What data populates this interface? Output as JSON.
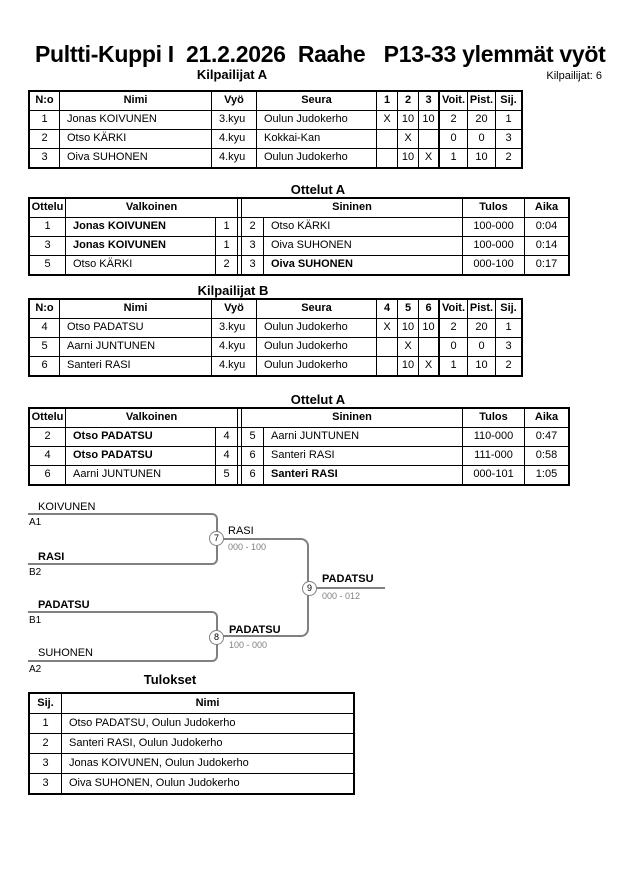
{
  "title": "Pultti-Kuppi I  21.2.2026  Raahe   P13-33 ylemmät vyöt",
  "competitors_total": "Kilpailijat: 6",
  "kilpA": {
    "heading": "Kilpailijat A",
    "h": [
      "N:o",
      "Nimi",
      "Vyö",
      "Seura",
      "1",
      "2",
      "3",
      "Voit.",
      "Pist.",
      "Sij."
    ],
    "rows": [
      {
        "no": "1",
        "name": "Jonas KOIVUNEN",
        "belt": "3.kyu",
        "club": "Oulun Judokerho",
        "m1": "X",
        "m2": "10",
        "m3": "10",
        "voit": "2",
        "pist": "20",
        "sij": "1"
      },
      {
        "no": "2",
        "name": "Otso KÄRKI",
        "belt": "4.kyu",
        "club": "Kokkai-Kan",
        "m1": "",
        "m2": "X",
        "m3": "",
        "voit": "0",
        "pist": "0",
        "sij": "3"
      },
      {
        "no": "3",
        "name": "Oiva SUHONEN",
        "belt": "4.kyu",
        "club": "Oulun Judokerho",
        "m1": "",
        "m2": "10",
        "m3": "X",
        "voit": "1",
        "pist": "10",
        "sij": "2"
      }
    ]
  },
  "ott1": {
    "heading": "Ottelut A",
    "h": [
      "Ottelu",
      "Valkoinen",
      "Sininen",
      "Tulos",
      "Aika"
    ],
    "rows": [
      {
        "no": "1",
        "wname": "Jonas KOIVUNEN",
        "wwin": true,
        "wno": "1",
        "bno": "2",
        "bname": "Otso KÄRKI",
        "bwin": false,
        "tulos": "100-000",
        "aika": "0:04"
      },
      {
        "no": "3",
        "wname": "Jonas KOIVUNEN",
        "wwin": true,
        "wno": "1",
        "bno": "3",
        "bname": "Oiva SUHONEN",
        "bwin": false,
        "tulos": "100-000",
        "aika": "0:14"
      },
      {
        "no": "5",
        "wname": "Otso KÄRKI",
        "wwin": false,
        "wno": "2",
        "bno": "3",
        "bname": "Oiva SUHONEN",
        "bwin": true,
        "tulos": "000-100",
        "aika": "0:17"
      }
    ]
  },
  "kilpB": {
    "heading": "Kilpailijat B",
    "h": [
      "N:o",
      "Nimi",
      "Vyö",
      "Seura",
      "4",
      "5",
      "6",
      "Voit.",
      "Pist.",
      "Sij."
    ],
    "rows": [
      {
        "no": "4",
        "name": "Otso PADATSU",
        "belt": "3.kyu",
        "club": "Oulun Judokerho",
        "m1": "X",
        "m2": "10",
        "m3": "10",
        "voit": "2",
        "pist": "20",
        "sij": "1"
      },
      {
        "no": "5",
        "name": "Aarni JUNTUNEN",
        "belt": "4.kyu",
        "club": "Oulun Judokerho",
        "m1": "",
        "m2": "X",
        "m3": "",
        "voit": "0",
        "pist": "0",
        "sij": "3"
      },
      {
        "no": "6",
        "name": "Santeri RASI",
        "belt": "4.kyu",
        "club": "Oulun Judokerho",
        "m1": "",
        "m2": "10",
        "m3": "X",
        "voit": "1",
        "pist": "10",
        "sij": "2"
      }
    ]
  },
  "ott2": {
    "heading": "Ottelut A",
    "h": [
      "Ottelu",
      "Valkoinen",
      "Sininen",
      "Tulos",
      "Aika"
    ],
    "rows": [
      {
        "no": "2",
        "wname": "Otso PADATSU",
        "wwin": true,
        "wno": "4",
        "bno": "5",
        "bname": "Aarni JUNTUNEN",
        "bwin": false,
        "tulos": "110-000",
        "aika": "0:47"
      },
      {
        "no": "4",
        "wname": "Otso PADATSU",
        "wwin": true,
        "wno": "4",
        "bno": "6",
        "bname": "Santeri RASI",
        "bwin": false,
        "tulos": "111-000",
        "aika": "0:58"
      },
      {
        "no": "6",
        "wname": "Aarni JUNTUNEN",
        "wwin": false,
        "wno": "5",
        "bno": "6",
        "bname": "Santeri RASI",
        "bwin": true,
        "tulos": "000-101",
        "aika": "1:05"
      }
    ]
  },
  "bracket": {
    "seed1": {
      "name": "KOIVUNEN",
      "tag": "A1",
      "win": false
    },
    "seed2": {
      "name": "RASI",
      "tag": "B2",
      "win": true
    },
    "seed3": {
      "name": "PADATSU",
      "tag": "B1",
      "win": true
    },
    "seed4": {
      "name": "SUHONEN",
      "tag": "A2",
      "win": false
    },
    "m7": {
      "no": "7",
      "name": "RASI",
      "score": "000 - 100",
      "win": false
    },
    "m8": {
      "no": "8",
      "name": "PADATSU",
      "score": "100 - 000",
      "win": true
    },
    "m9": {
      "no": "9",
      "name": "PADATSU",
      "score": "000 - 012",
      "win": true
    }
  },
  "tulokset": {
    "heading": "Tulokset",
    "h": [
      "Sij.",
      "Nimi"
    ],
    "rows": [
      {
        "sij": "1",
        "name": "Otso PADATSU, Oulun Judokerho"
      },
      {
        "sij": "2",
        "name": "Santeri RASI, Oulun Judokerho"
      },
      {
        "sij": "3",
        "name": "Jonas KOIVUNEN, Oulun Judokerho"
      },
      {
        "sij": "3",
        "name": "Oiva SUHONEN, Oulun Judokerho"
      }
    ]
  },
  "colors": {
    "line": "#808080",
    "score": "#808080",
    "text": "#000000",
    "bg": "#ffffff"
  }
}
